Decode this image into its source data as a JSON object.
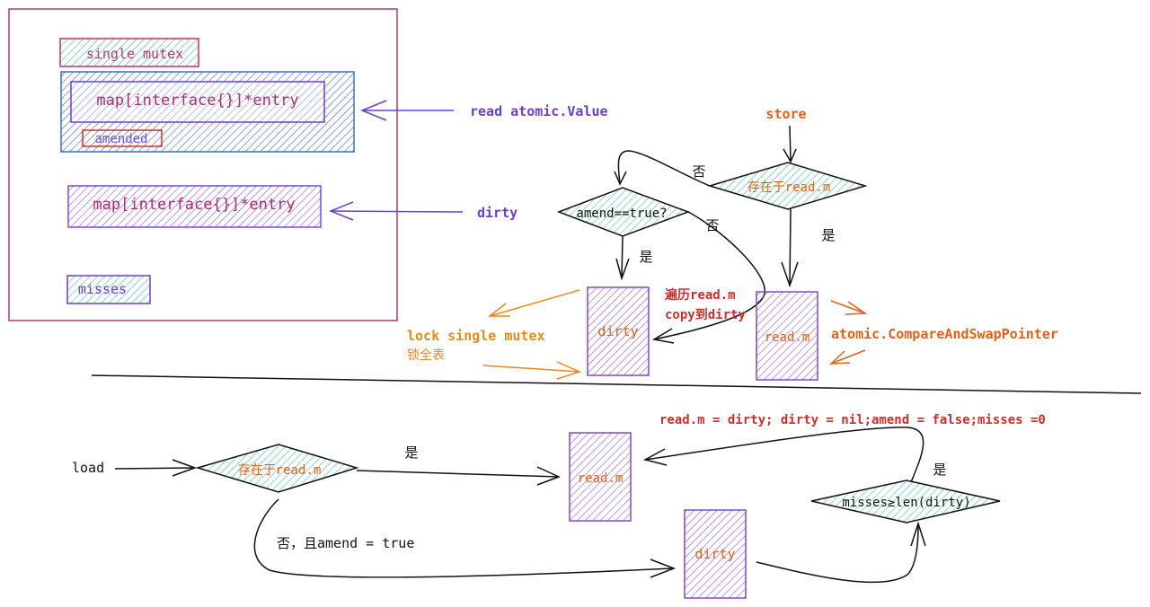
{
  "colors": {
    "frame": "#b23a6e",
    "green_hatch": "#3fbf8f",
    "blue_hatch": "#3a6fc4",
    "purple": "#7b4bd1",
    "red": "#c9302c",
    "orange": "#e0611a",
    "orange_arrow": "#e8891c",
    "black": "#111111",
    "label_purple": "#6a3fc9",
    "label_red": "#c0392b"
  },
  "structure": {
    "single_mutex": "single mutex",
    "read_map": "map[interface{}]*entry",
    "amended": "amended",
    "dirty_map": "map[interface{}]*entry",
    "misses": "misses"
  },
  "annotations": {
    "read_label": "read atomic.Value",
    "dirty_label": "dirty"
  },
  "store_flow": {
    "start": "store",
    "decision_exists": "存在于read.m",
    "no_label_top": "否",
    "no_label_mid": "否",
    "yes_label_right": "是",
    "decision_amend": "amend==true?",
    "yes_label_left": "是",
    "dirty_box": "dirty",
    "read_box": "read.m",
    "copy_note_line1": "遍历read.m",
    "copy_note_line2": "copy到dirty",
    "lock_note_line1": "lock single mutex",
    "lock_note_line2": "锁全表",
    "cas_note": "atomic.CompareAndSwapPointer"
  },
  "load_flow": {
    "start": "load",
    "decision_exists": "存在于read.m",
    "yes_label": "是",
    "no_label": "否，且amend = true",
    "read_box": "read.m",
    "dirty_box": "dirty",
    "decision_misses": "misses≥len(dirty)",
    "yes_label_misses": "是",
    "promote_note": "read.m = dirty; dirty = nil;amend = false;misses =0"
  }
}
